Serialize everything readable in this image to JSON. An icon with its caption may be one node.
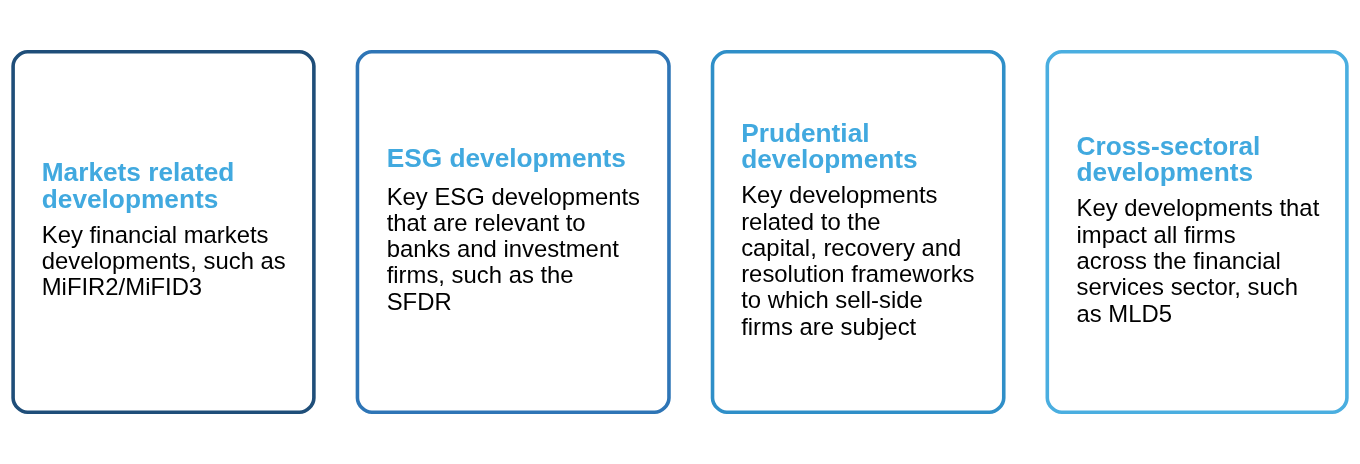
{
  "diagram": {
    "nodes": [
      {
        "text": [
          "Markets related developments",
          "Key financial markets developments, such as MiFIR2/MiFID3"
        ]
      },
      {
        "text": [
          "ESG developments",
          "Key ESG developments that are relevant to banks and investment firms, such as the SFDR"
        ]
      },
      {
        "text": [
          "Prudential developments",
          "Key developments related to the capital, recovery and resolution frameworks to which sell-side firms are subject"
        ]
      },
      {
        "text": [
          "Cross-sectoral developments",
          "Key developments that impact all firms across the financial services sector, such as MLD5"
        ]
      }
    ],
    "edges": []
  }
}
